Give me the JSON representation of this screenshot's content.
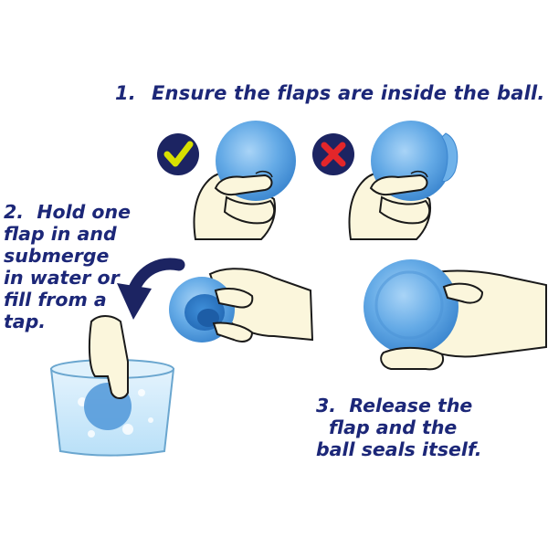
{
  "steps": [
    {
      "number": "1.",
      "lines": [
        "Ensure the flaps are inside the ball."
      ]
    },
    {
      "number": "2.",
      "lines": [
        "Hold one",
        "flap in and",
        "submerge",
        "in water or",
        "fill from a",
        "tap."
      ]
    },
    {
      "number": "3.",
      "lines": [
        "Release the",
        "flap and the",
        "ball seals itself."
      ]
    }
  ],
  "badges": {
    "correct": {
      "icon": "checkmark-icon",
      "color": "#d8e000"
    },
    "incorrect": {
      "icon": "cross-icon",
      "color": "#e3262a"
    }
  },
  "colors": {
    "text": "#1c2778",
    "ball": "#5aa2e0",
    "skin": "#fbf6dc",
    "badge_bg": "#1c2462"
  }
}
